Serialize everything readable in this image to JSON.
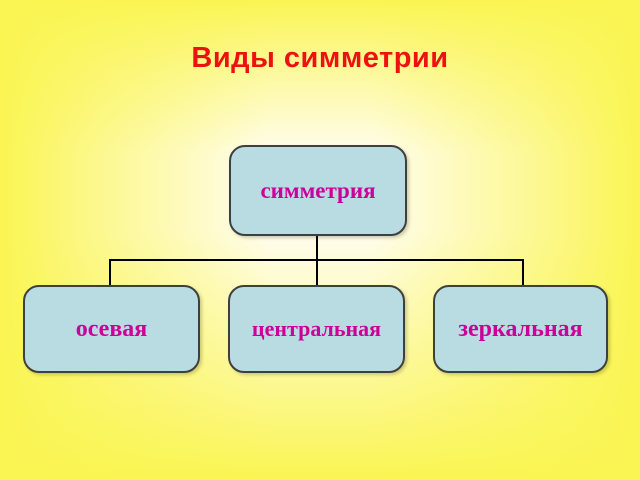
{
  "slide": {
    "title": "Виды симметрии",
    "diagram": {
      "root": {
        "label": "симметрия"
      },
      "children": [
        {
          "label": "осевая"
        },
        {
          "label": "центральная"
        },
        {
          "label": "зеркальная"
        }
      ]
    },
    "colors": {
      "title_text": "#ee1111",
      "box_fill": "#b9dce2",
      "box_border": "#3f3f3f",
      "box_text": "#cc0099",
      "connector": "#000000",
      "bg_edge": "#faf552",
      "bg_center": "#fffdee"
    }
  }
}
